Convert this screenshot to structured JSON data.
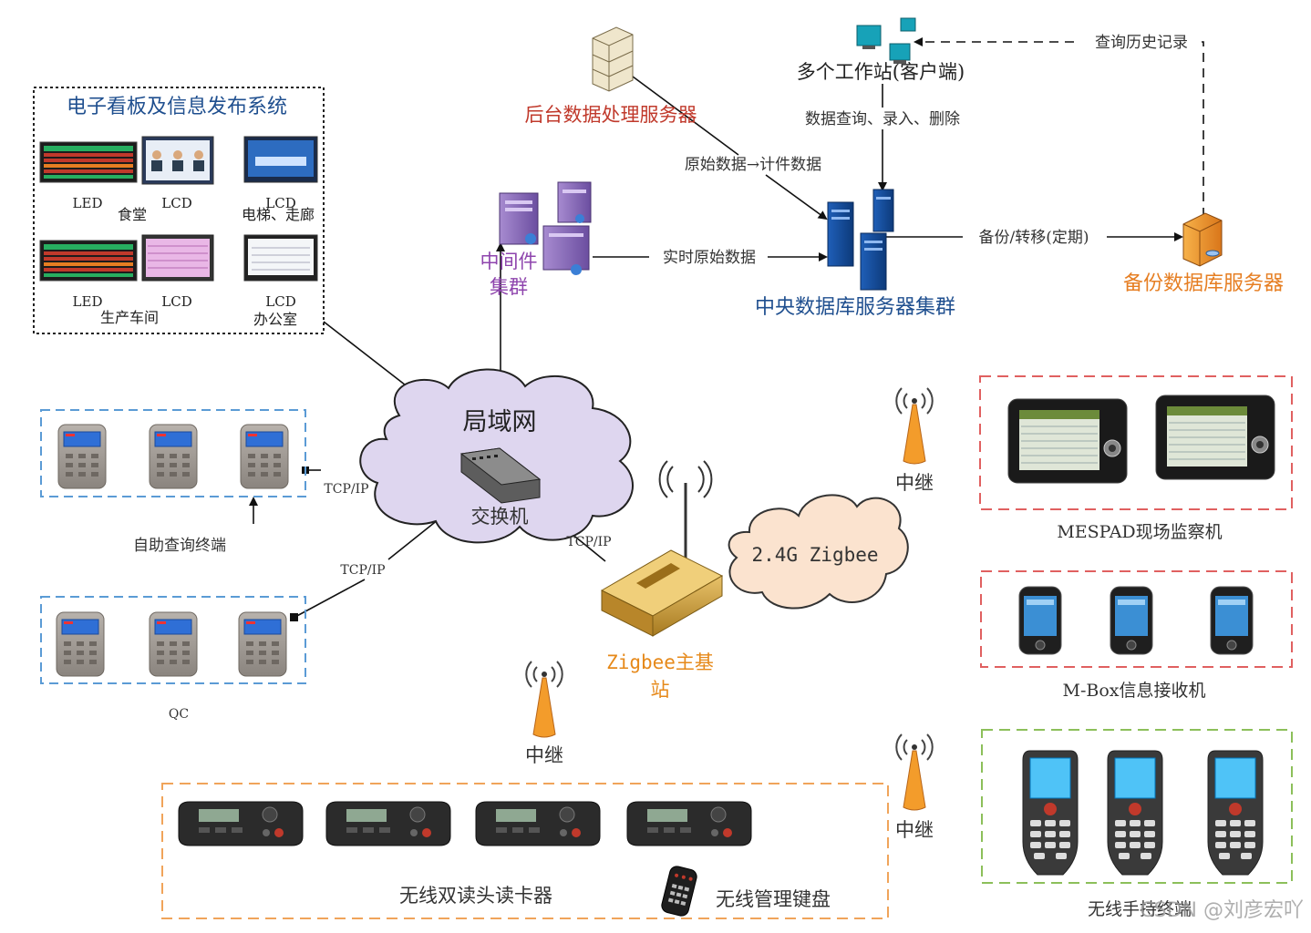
{
  "colors": {
    "title_blue": "#1f4f8f",
    "server_red": "#c0392b",
    "middleware_purple": "#8e44ad",
    "backup_orange": "#e67e22",
    "zigbee_orange": "#e6891a",
    "relay_orange": "#f39c2b",
    "cloud_lan": "#ded6ef",
    "cloud_zigbee": "#fbe3cf",
    "box_blue": "#5b9bd5",
    "box_red": "#e06060",
    "box_green": "#8cbf5a",
    "box_orange": "#f0a45a"
  },
  "board_system": {
    "title": "电子看板及信息发布系统",
    "row1": {
      "led": "LED",
      "lcd1": "LCD",
      "lcd2": "LCD",
      "place_left": "食堂",
      "place_right": "电梯、走廊"
    },
    "row2": {
      "led": "LED",
      "lcd1": "LCD",
      "lcd2": "LCD",
      "place_left": "生产车间",
      "place_right": "办公室"
    }
  },
  "servers": {
    "backend": "后台数据处理服务器",
    "workstations": "多个工作站(客户端)",
    "central_db": "中央数据库服务器集群",
    "backup_db": "备份数据库服务器",
    "middleware_line1": "中间件",
    "middleware_line2": "集群"
  },
  "flows": {
    "query_history": "查询历史记录",
    "data_ops": "数据查询、录入、删除",
    "raw_to_count": "原始数据→计件数据",
    "realtime_raw": "实时原始数据",
    "backup_transfer": "备份/转移(定期)",
    "tcpip_top": "TCP/IP",
    "tcpip_bottom": "TCP/IP",
    "tcpip_zigbee": "TCP/IP"
  },
  "network": {
    "lan": "局域网",
    "switch": "交换机",
    "zigbee_cloud": "2.4G Zigbee",
    "zigbee_base_line1": "Zigbee主基",
    "zigbee_base_line2": "站"
  },
  "terminals": {
    "self_query": "自助查询终端",
    "qc": "QC"
  },
  "relays": {
    "relay_top_right": "中继",
    "relay_mid": "中继",
    "relay_bottom_right": "中继"
  },
  "devices": {
    "mespad": "MESPAD现场监察机",
    "mbox": "M-Box信息接收机",
    "handheld": "无线手持终端",
    "card_reader": "无线双读头读卡器",
    "keyboard": "无线管理键盘"
  },
  "watermark": "CSDN @刘彦宏吖"
}
